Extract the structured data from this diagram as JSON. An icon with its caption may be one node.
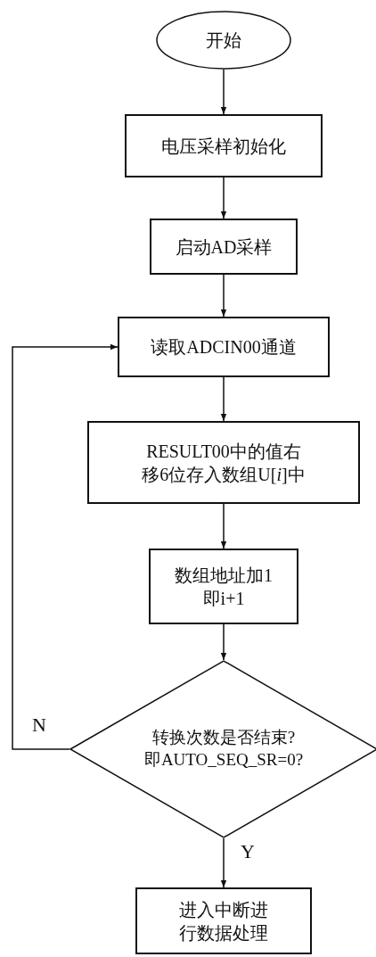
{
  "diagram": {
    "nodes": [
      {
        "text": [
          "开始"
        ]
      },
      {
        "text": [
          "电压采样初始化"
        ]
      },
      {
        "text": [
          "启动AD采样"
        ]
      },
      {
        "text": [
          "读取ADCIN00通道"
        ]
      },
      {
        "text": [
          "RESULT00中的值右移6位存入数组U[*i*]中"
        ]
      },
      {
        "text": [
          "数组地址加1 即i+1"
        ]
      },
      {
        "text": [
          "转换次数是否结束? 即AUTO_SEQ_SR=0?"
        ]
      },
      {
        "text": [
          "进入中断进行数据处理"
        ]
      }
    ],
    "edges": [
      {
        "from": 0,
        "to": 1,
        "arrow": "to"
      },
      {
        "from": 1,
        "to": 2,
        "arrow": "to"
      },
      {
        "from": 2,
        "to": 3,
        "arrow": "to"
      },
      {
        "from": 3,
        "to": 4,
        "arrow": "to"
      },
      {
        "from": 4,
        "to": 5,
        "arrow": "to"
      },
      {
        "from": 5,
        "to": 6,
        "arrow": "to"
      },
      {
        "from": 6,
        "to": 3,
        "arrow": "to",
        "label": "N"
      },
      {
        "from": 6,
        "to": 7,
        "arrow": "to",
        "label": "Y"
      }
    ]
  }
}
